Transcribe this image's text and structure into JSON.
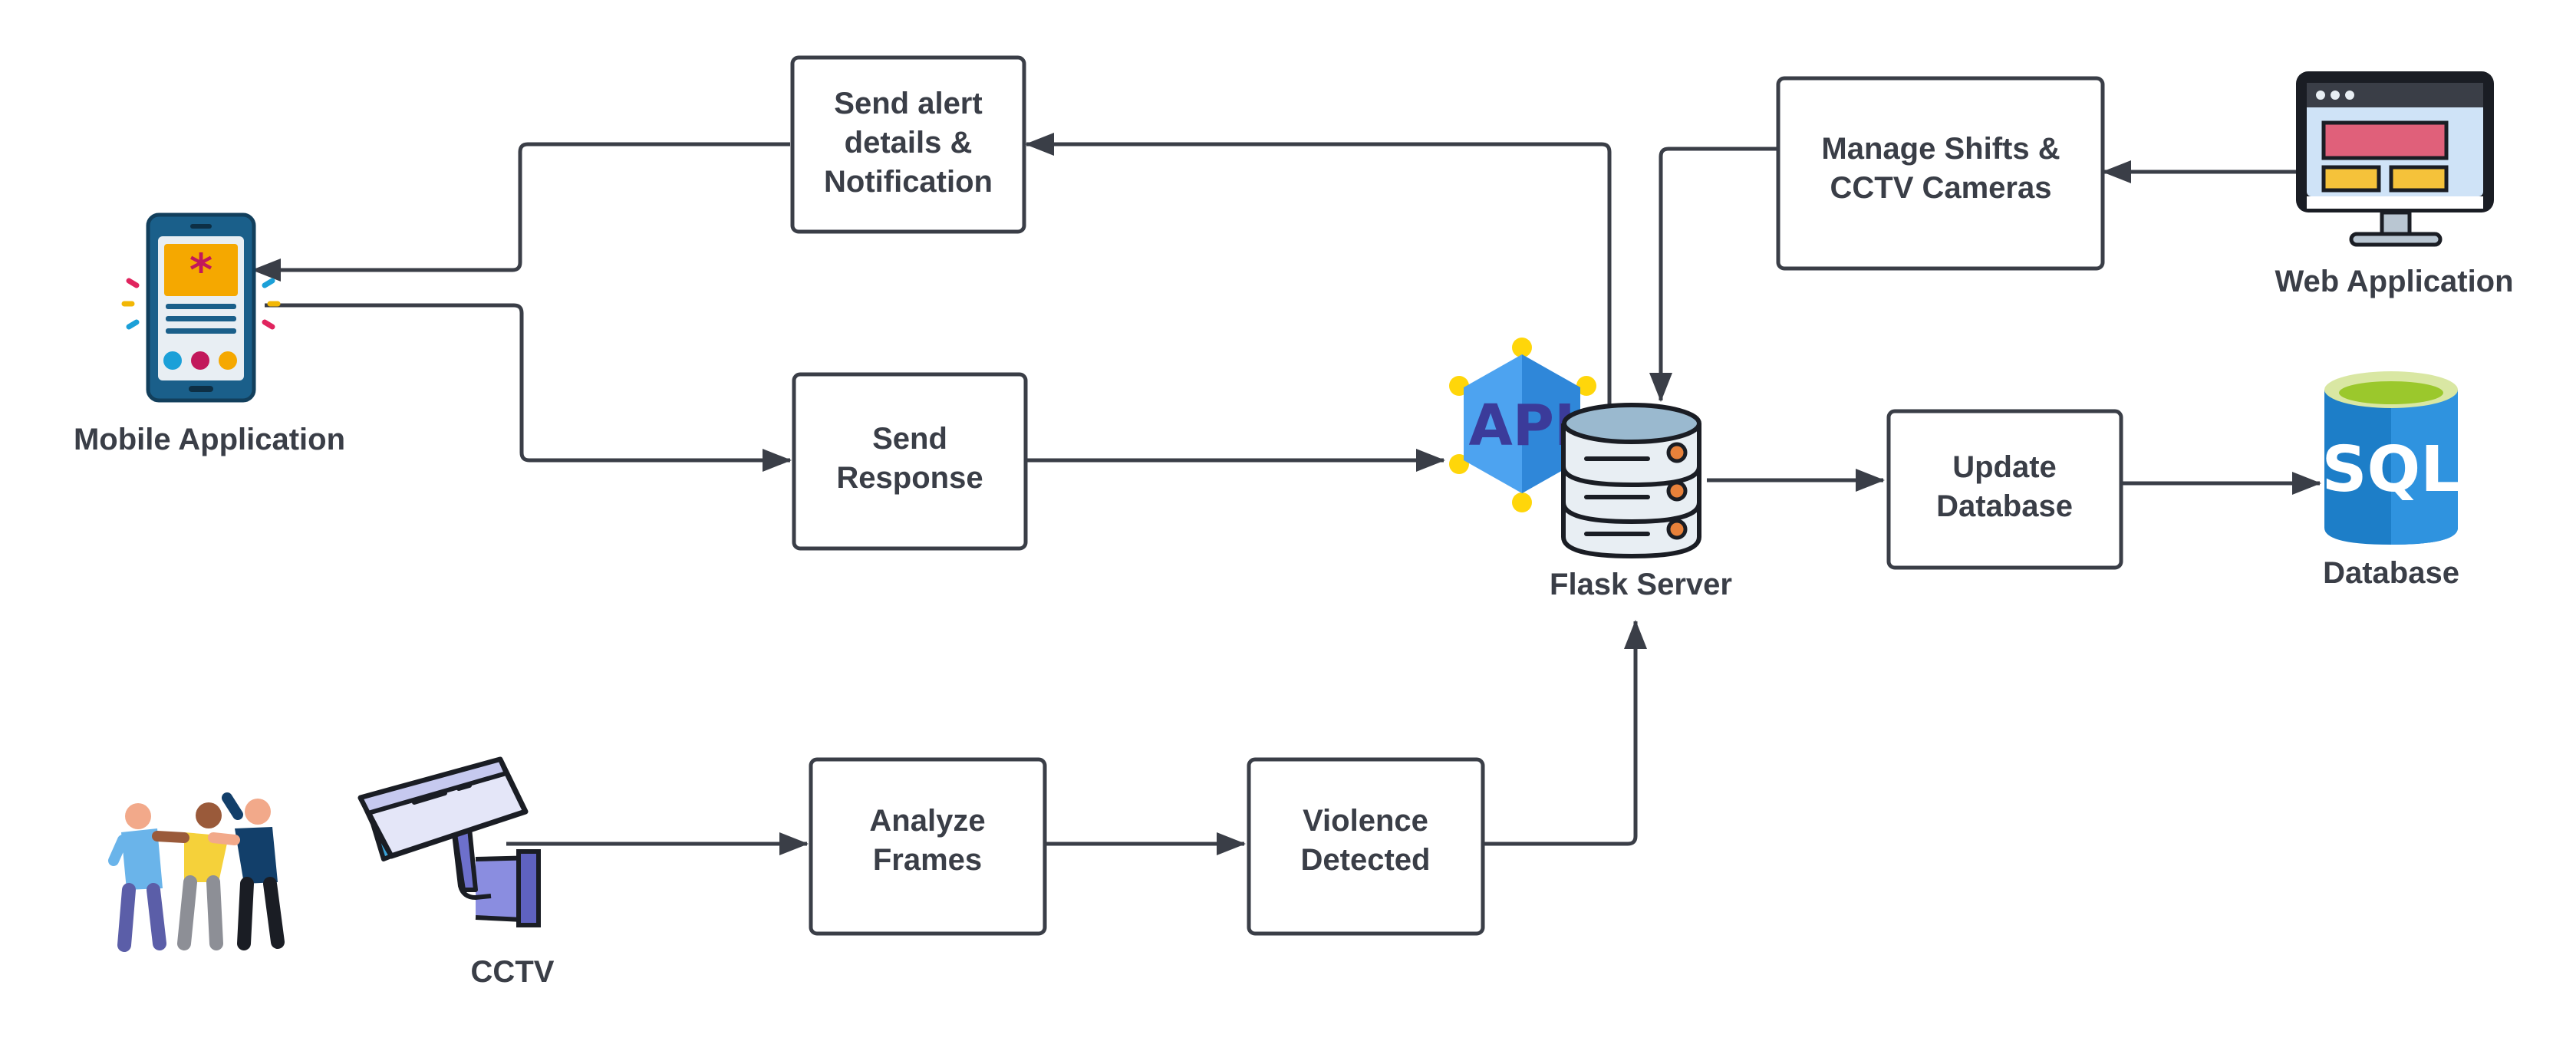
{
  "boxes": {
    "send_alert": [
      "Send alert",
      "details &",
      "Notification"
    ],
    "send_response": [
      "Send",
      "Response"
    ],
    "manage_shifts": [
      "Manage Shifts &",
      "CCTV Cameras"
    ],
    "update_db": [
      "Update",
      "Database"
    ],
    "analyze": [
      "Analyze",
      "Frames"
    ],
    "violence": [
      "Violence",
      "Detected"
    ]
  },
  "labels": {
    "mobile": "Mobile Application",
    "flask": "Flask Server",
    "web": "Web Application",
    "database": "Database",
    "cctv": "CCTV"
  },
  "icons": {
    "api_text": "API",
    "sql_text": "SQL"
  },
  "colors": {
    "stroke": "#3a3e47",
    "phone_body": "#1a5f8a",
    "api_blue": "#4da3f0",
    "api_gold": "#ffd60a",
    "sql_blue": "#1d7ec8",
    "sql_green": "#9bc82c"
  }
}
